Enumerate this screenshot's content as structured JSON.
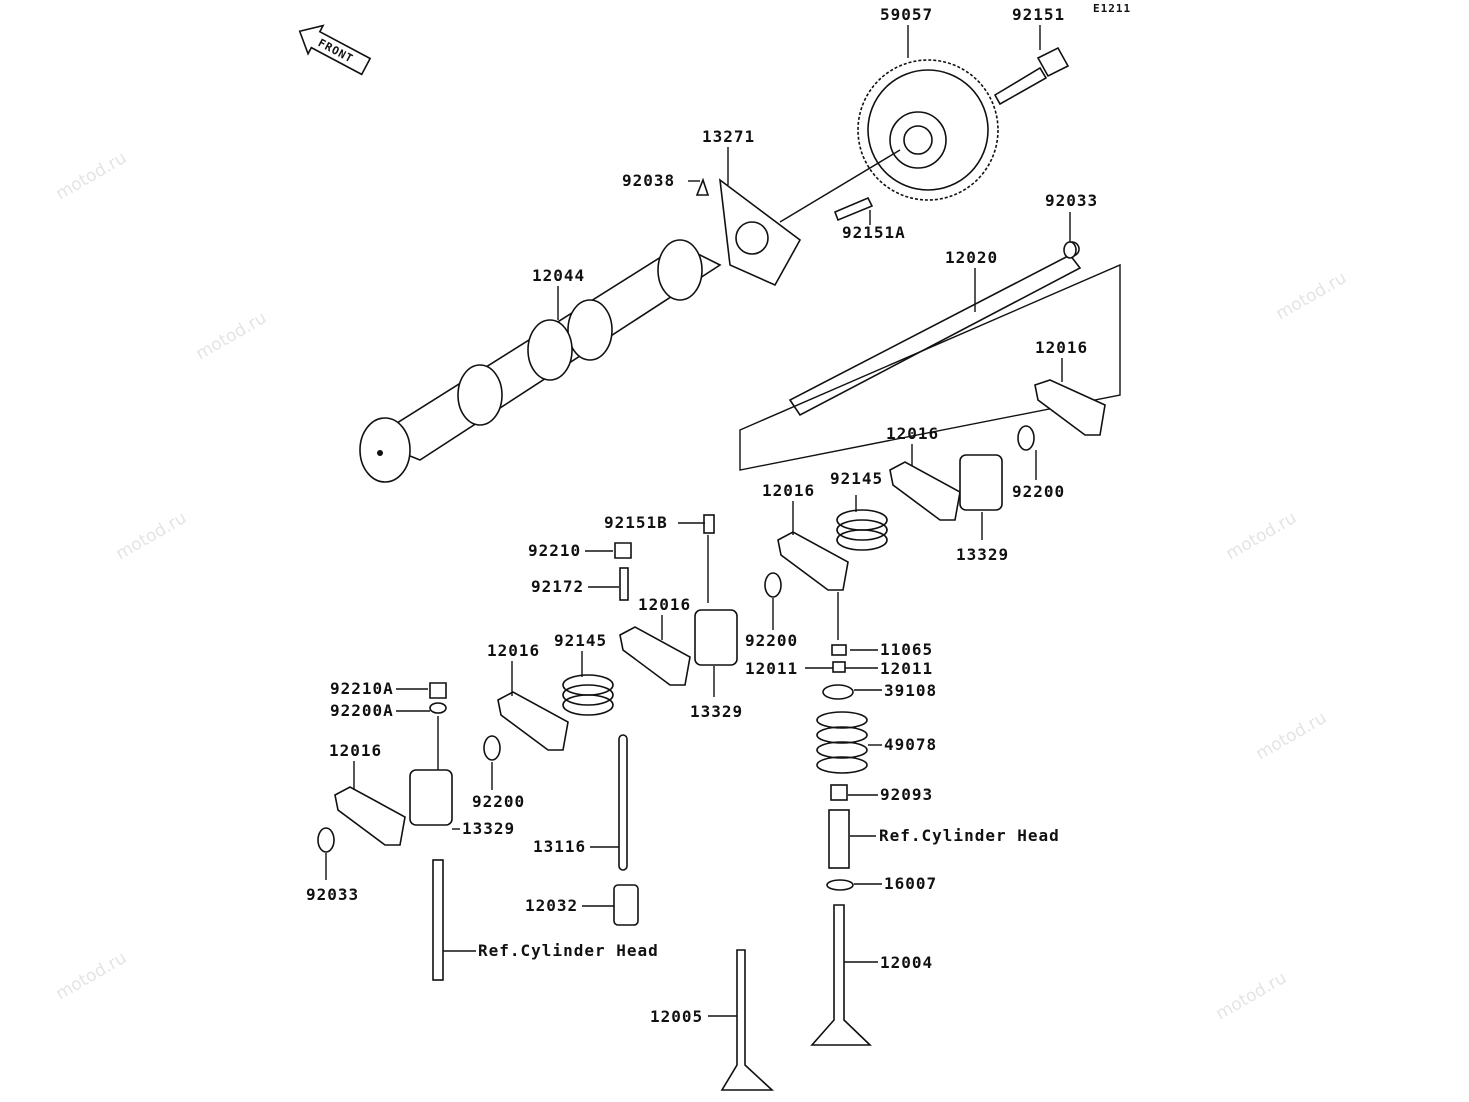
{
  "watermark": "motod.ru",
  "diagram_code": "E1211",
  "front_arrow": "FRONT",
  "labels": {
    "l59057": "59057",
    "l92151": "92151",
    "l13271": "13271",
    "l92038": "92038",
    "l92033a": "92033",
    "l92151A": "92151A",
    "l12020": "12020",
    "l12044": "12044",
    "l12016a": "12016",
    "l12016b": "12016",
    "l12016c": "12016",
    "l92145a": "92145",
    "l92200a": "92200",
    "l13329a": "13329",
    "l92151B": "92151B",
    "l92210": "92210",
    "l92172": "92172",
    "l12016d": "12016",
    "l92145b": "92145",
    "l12016e": "12016",
    "l92200b": "92200",
    "l11065": "11065",
    "l12011a": "12011",
    "l12011b": "12011",
    "l13329b": "13329",
    "l39108": "39108",
    "l92210A": "92210A",
    "l92200A": "92200A",
    "l12016f": "12016",
    "l49078": "49078",
    "l92093": "92093",
    "l92200c": "92200",
    "l13329c": "13329",
    "refA": "Ref.Cylinder Head",
    "l13116": "13116",
    "l92033b": "92033",
    "l16007": "16007",
    "l12032": "12032",
    "refB": "Ref.Cylinder Head",
    "l12004": "12004",
    "l12005": "12005"
  }
}
